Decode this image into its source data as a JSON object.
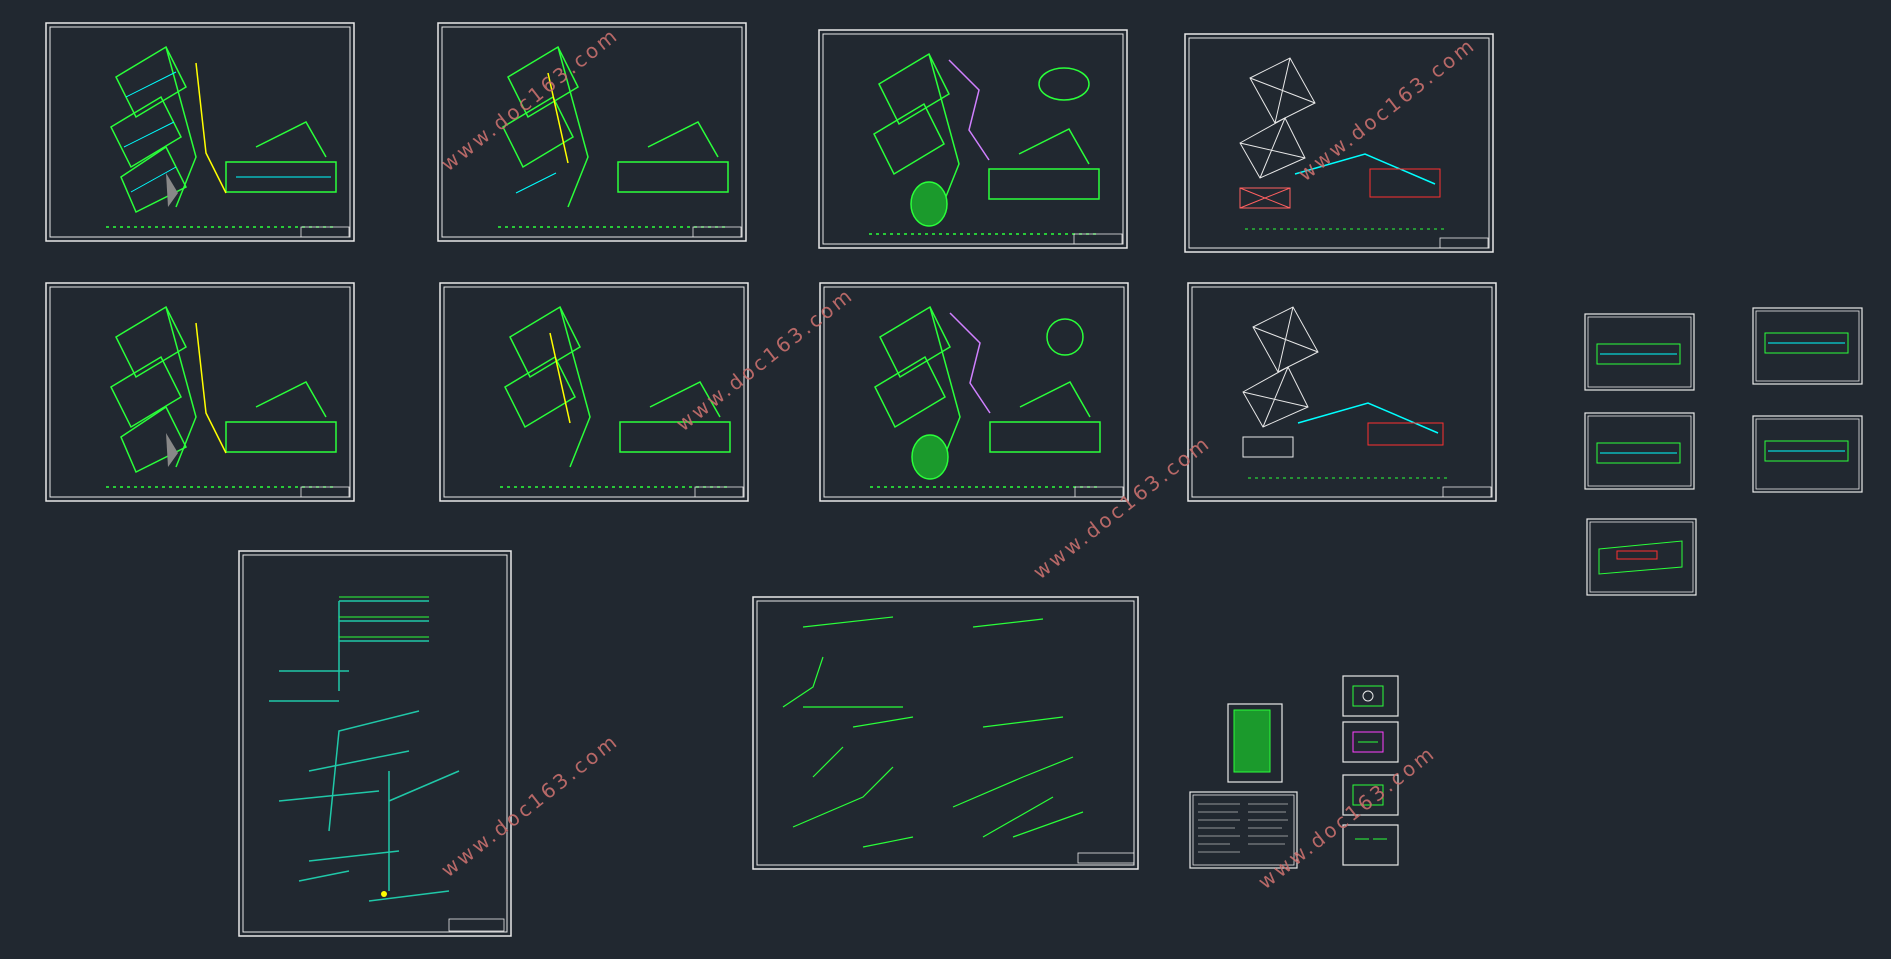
{
  "colors": {
    "background": "#212830",
    "frame": "#e8e8e8",
    "wall": "#2aff3a",
    "fixture": "#00ffff",
    "pipe": "#ffff00",
    "accent": "#ff40ff",
    "roof": "#ff3030",
    "watermark": "#c8706e"
  },
  "watermark": {
    "text": "www.doc163.com"
  },
  "sheets": {
    "plans": "floor-plan-sheet",
    "roofs": "roof-plan-sheet",
    "small": "small-plan-sheet",
    "iso": "isometric-sheet",
    "details": "detail-sheet"
  }
}
